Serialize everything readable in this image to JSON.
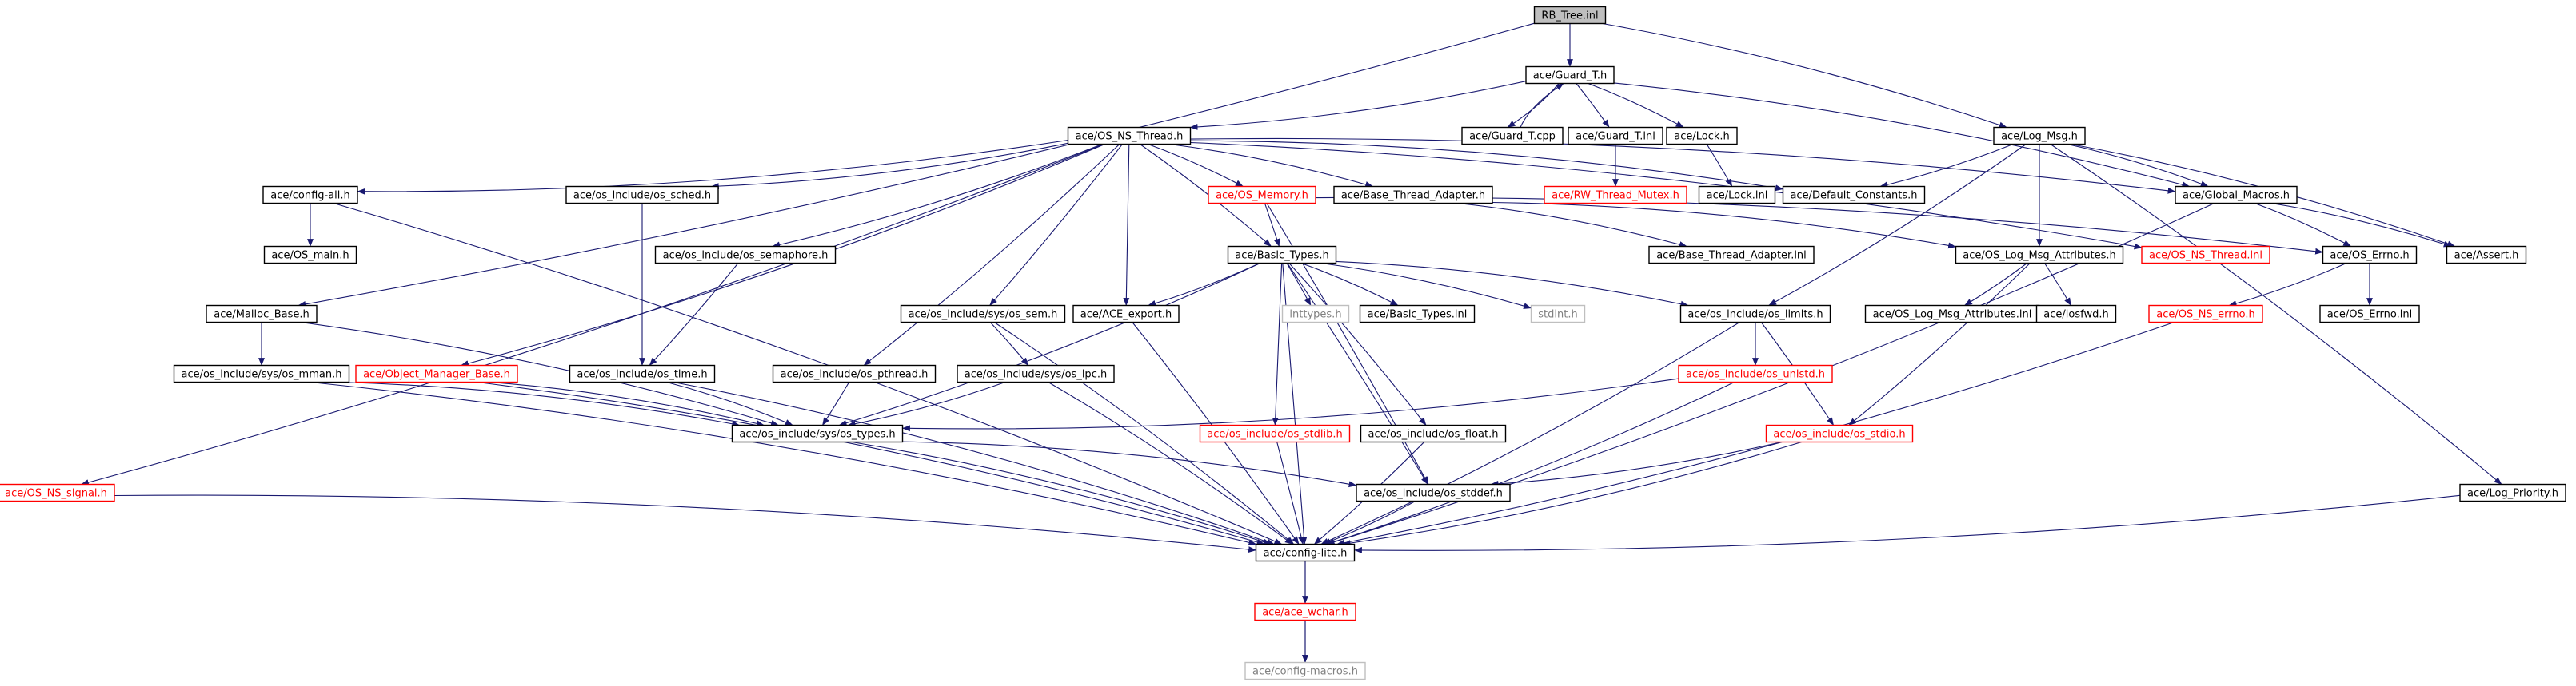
{
  "graph": {
    "nodes": [
      {
        "id": "rb_tree_inl",
        "label": "RB_Tree.inl",
        "style": "root"
      },
      {
        "id": "guard_t_h",
        "label": "ace/Guard_T.h",
        "style": "normal"
      },
      {
        "id": "log_msg_h",
        "label": "ace/Log_Msg.h",
        "style": "normal"
      },
      {
        "id": "os_ns_thread_h",
        "label": "ace/OS_NS_Thread.h",
        "style": "normal"
      },
      {
        "id": "guard_t_cpp",
        "label": "ace/Guard_T.cpp",
        "style": "normal"
      },
      {
        "id": "guard_t_inl",
        "label": "ace/Guard_T.inl",
        "style": "normal"
      },
      {
        "id": "lock_h",
        "label": "ace/Lock.h",
        "style": "normal"
      },
      {
        "id": "config_all_h",
        "label": "ace/config-all.h",
        "style": "normal"
      },
      {
        "id": "os_sched_h",
        "label": "ace/os_include/os_sched.h",
        "style": "normal"
      },
      {
        "id": "os_memory_h",
        "label": "ace/OS_Memory.h",
        "style": "red"
      },
      {
        "id": "base_thread_adapter_h",
        "label": "ace/Base_Thread_Adapter.h",
        "style": "normal"
      },
      {
        "id": "rw_thread_mutex_h",
        "label": "ace/RW_Thread_Mutex.h",
        "style": "red"
      },
      {
        "id": "lock_inl",
        "label": "ace/Lock.inl",
        "style": "normal"
      },
      {
        "id": "default_constants_h",
        "label": "ace/Default_Constants.h",
        "style": "normal"
      },
      {
        "id": "global_macros_h",
        "label": "ace/Global_Macros.h",
        "style": "normal"
      },
      {
        "id": "os_main_h",
        "label": "ace/OS_main.h",
        "style": "normal"
      },
      {
        "id": "os_semaphore_h",
        "label": "ace/os_include/os_semaphore.h",
        "style": "normal"
      },
      {
        "id": "basic_types_h",
        "label": "ace/Basic_Types.h",
        "style": "normal"
      },
      {
        "id": "base_thread_adapter_inl",
        "label": "ace/Base_Thread_Adapter.inl",
        "style": "normal"
      },
      {
        "id": "os_log_msg_attributes_h",
        "label": "ace/OS_Log_Msg_Attributes.h",
        "style": "normal"
      },
      {
        "id": "os_ns_thread_inl",
        "label": "ace/OS_NS_Thread.inl",
        "style": "red"
      },
      {
        "id": "os_errno_h",
        "label": "ace/OS_Errno.h",
        "style": "normal"
      },
      {
        "id": "assert_h",
        "label": "ace/Assert.h",
        "style": "normal"
      },
      {
        "id": "malloc_base_h",
        "label": "ace/Malloc_Base.h",
        "style": "normal"
      },
      {
        "id": "os_sem_h",
        "label": "ace/os_include/sys/os_sem.h",
        "style": "normal"
      },
      {
        "id": "ace_export_h",
        "label": "ace/ACE_export.h",
        "style": "normal"
      },
      {
        "id": "inttypes_h",
        "label": "inttypes.h",
        "style": "gray"
      },
      {
        "id": "basic_types_inl",
        "label": "ace/Basic_Types.inl",
        "style": "normal"
      },
      {
        "id": "stdint_h",
        "label": "stdint.h",
        "style": "gray"
      },
      {
        "id": "os_limits_h",
        "label": "ace/os_include/os_limits.h",
        "style": "normal"
      },
      {
        "id": "os_log_msg_attributes_inl",
        "label": "ace/OS_Log_Msg_Attributes.inl",
        "style": "normal"
      },
      {
        "id": "iosfwd_h",
        "label": "ace/iosfwd.h",
        "style": "normal"
      },
      {
        "id": "os_ns_errno_h",
        "label": "ace/OS_NS_errno.h",
        "style": "red"
      },
      {
        "id": "os_errno_inl",
        "label": "ace/OS_Errno.inl",
        "style": "normal"
      },
      {
        "id": "os_mman_h",
        "label": "ace/os_include/sys/os_mman.h",
        "style": "normal"
      },
      {
        "id": "object_manager_base_h",
        "label": "ace/Object_Manager_Base.h",
        "style": "red"
      },
      {
        "id": "os_time_h",
        "label": "ace/os_include/os_time.h",
        "style": "normal"
      },
      {
        "id": "os_pthread_h",
        "label": "ace/os_include/os_pthread.h",
        "style": "normal"
      },
      {
        "id": "os_ipc_h",
        "label": "ace/os_include/sys/os_ipc.h",
        "style": "normal"
      },
      {
        "id": "os_unistd_h",
        "label": "ace/os_include/os_unistd.h",
        "style": "red"
      },
      {
        "id": "os_types_h",
        "label": "ace/os_include/sys/os_types.h",
        "style": "normal"
      },
      {
        "id": "os_stdlib_h",
        "label": "ace/os_include/os_stdlib.h",
        "style": "red"
      },
      {
        "id": "os_float_h",
        "label": "ace/os_include/os_float.h",
        "style": "normal"
      },
      {
        "id": "os_stdio_h",
        "label": "ace/os_include/os_stdio.h",
        "style": "red"
      },
      {
        "id": "os_ns_signal_h",
        "label": "ace/OS_NS_signal.h",
        "style": "red"
      },
      {
        "id": "os_stddef_h",
        "label": "ace/os_include/os_stddef.h",
        "style": "normal"
      },
      {
        "id": "log_priority_h",
        "label": "ace/Log_Priority.h",
        "style": "normal"
      },
      {
        "id": "config_lite_h",
        "label": "ace/config-lite.h",
        "style": "normal"
      },
      {
        "id": "ace_wchar_h",
        "label": "ace/ace_wchar.h",
        "style": "red"
      },
      {
        "id": "config_macros_h",
        "label": "ace/config-macros.h",
        "style": "gray"
      }
    ],
    "edges": [
      [
        "rb_tree_inl",
        "guard_t_h"
      ],
      [
        "rb_tree_inl",
        "log_msg_h"
      ],
      [
        "rb_tree_inl",
        "malloc_base_h"
      ],
      [
        "guard_t_h",
        "os_ns_thread_h"
      ],
      [
        "guard_t_h",
        "guard_t_cpp"
      ],
      [
        "guard_t_h",
        "guard_t_inl"
      ],
      [
        "guard_t_h",
        "lock_h"
      ],
      [
        "guard_t_h",
        "global_macros_h"
      ],
      [
        "guard_t_cpp",
        "guard_t_h"
      ],
      [
        "guard_t_inl",
        "rw_thread_mutex_h"
      ],
      [
        "lock_h",
        "lock_inl"
      ],
      [
        "log_msg_h",
        "global_macros_h"
      ],
      [
        "log_msg_h",
        "default_constants_h"
      ],
      [
        "log_msg_h",
        "os_log_msg_attributes_h"
      ],
      [
        "log_msg_h",
        "assert_h"
      ],
      [
        "log_msg_h",
        "os_limits_h"
      ],
      [
        "log_msg_h",
        "log_priority_h"
      ],
      [
        "os_ns_thread_h",
        "config_all_h"
      ],
      [
        "os_ns_thread_h",
        "os_sched_h"
      ],
      [
        "os_ns_thread_h",
        "os_memory_h"
      ],
      [
        "os_ns_thread_h",
        "base_thread_adapter_h"
      ],
      [
        "os_ns_thread_h",
        "default_constants_h"
      ],
      [
        "os_ns_thread_h",
        "global_macros_h"
      ],
      [
        "os_ns_thread_h",
        "os_semaphore_h"
      ],
      [
        "os_ns_thread_h",
        "basic_types_h"
      ],
      [
        "os_ns_thread_h",
        "os_ns_thread_inl"
      ],
      [
        "os_ns_thread_h",
        "os_sem_h"
      ],
      [
        "os_ns_thread_h",
        "ace_export_h"
      ],
      [
        "os_ns_thread_h",
        "object_manager_base_h"
      ],
      [
        "os_ns_thread_h",
        "os_pthread_h"
      ],
      [
        "os_ns_thread_h",
        "os_ns_signal_h"
      ],
      [
        "config_all_h",
        "os_main_h"
      ],
      [
        "config_all_h",
        "config_lite_h"
      ],
      [
        "os_sched_h",
        "os_time_h"
      ],
      [
        "os_semaphore_h",
        "os_time_h"
      ],
      [
        "os_memory_h",
        "basic_types_h"
      ],
      [
        "os_memory_h",
        "os_errno_h"
      ],
      [
        "os_memory_h",
        "os_stddef_h"
      ],
      [
        "base_thread_adapter_h",
        "base_thread_adapter_inl"
      ],
      [
        "base_thread_adapter_h",
        "os_log_msg_attributes_h"
      ],
      [
        "global_macros_h",
        "os_errno_h"
      ],
      [
        "global_macros_h",
        "assert_h"
      ],
      [
        "global_macros_h",
        "config_lite_h"
      ],
      [
        "os_log_msg_attributes_h",
        "os_log_msg_attributes_inl"
      ],
      [
        "os_log_msg_attributes_h",
        "iosfwd_h"
      ],
      [
        "os_log_msg_attributes_h",
        "os_stdio_h"
      ],
      [
        "os_errno_h",
        "os_ns_errno_h"
      ],
      [
        "os_errno_h",
        "os_errno_inl"
      ],
      [
        "os_ns_errno_h",
        "config_lite_h"
      ],
      [
        "basic_types_h",
        "ace_export_h"
      ],
      [
        "basic_types_h",
        "inttypes_h"
      ],
      [
        "basic_types_h",
        "basic_types_inl"
      ],
      [
        "basic_types_h",
        "stdint_h"
      ],
      [
        "basic_types_h",
        "os_limits_h"
      ],
      [
        "basic_types_h",
        "os_types_h"
      ],
      [
        "basic_types_h",
        "os_stdlib_h"
      ],
      [
        "basic_types_h",
        "os_float_h"
      ],
      [
        "basic_types_h",
        "os_stddef_h"
      ],
      [
        "basic_types_h",
        "config_lite_h"
      ],
      [
        "os_limits_h",
        "os_unistd_h"
      ],
      [
        "os_limits_h",
        "os_stdio_h"
      ],
      [
        "os_limits_h",
        "config_lite_h"
      ],
      [
        "os_sem_h",
        "os_ipc_h"
      ],
      [
        "os_sem_h",
        "config_lite_h"
      ],
      [
        "os_ipc_h",
        "os_types_h"
      ],
      [
        "os_ipc_h",
        "config_lite_h"
      ],
      [
        "ace_export_h",
        "config_lite_h"
      ],
      [
        "malloc_base_h",
        "os_mman_h"
      ],
      [
        "malloc_base_h",
        "os_types_h"
      ],
      [
        "os_mman_h",
        "os_types_h"
      ],
      [
        "os_mman_h",
        "config_lite_h"
      ],
      [
        "object_manager_base_h",
        "os_types_h"
      ],
      [
        "object_manager_base_h",
        "config_lite_h"
      ],
      [
        "os_time_h",
        "os_types_h"
      ],
      [
        "os_time_h",
        "config_lite_h"
      ],
      [
        "os_pthread_h",
        "os_types_h"
      ],
      [
        "os_unistd_h",
        "os_types_h"
      ],
      [
        "os_unistd_h",
        "config_lite_h"
      ],
      [
        "os_types_h",
        "os_stddef_h"
      ],
      [
        "os_types_h",
        "config_lite_h"
      ],
      [
        "os_stdlib_h",
        "config_lite_h"
      ],
      [
        "os_float_h",
        "config_lite_h"
      ],
      [
        "os_stdio_h",
        "os_stddef_h"
      ],
      [
        "os_stdio_h",
        "config_lite_h"
      ],
      [
        "os_stddef_h",
        "config_lite_h"
      ],
      [
        "os_ns_signal_h",
        "config_lite_h"
      ],
      [
        "log_priority_h",
        "config_lite_h"
      ],
      [
        "config_lite_h",
        "ace_wchar_h"
      ],
      [
        "config_lite_h",
        "config_macros_h"
      ],
      [
        "ace_wchar_h",
        "config_macros_h"
      ]
    ]
  },
  "colors": {
    "edge": "#191970",
    "root_fill": "#bfbfbf",
    "normal_border": "#000000",
    "red_border": "#ff0000",
    "red_text": "#ff0000",
    "gray_border": "#bfbfbf",
    "gray_text": "#808080"
  }
}
